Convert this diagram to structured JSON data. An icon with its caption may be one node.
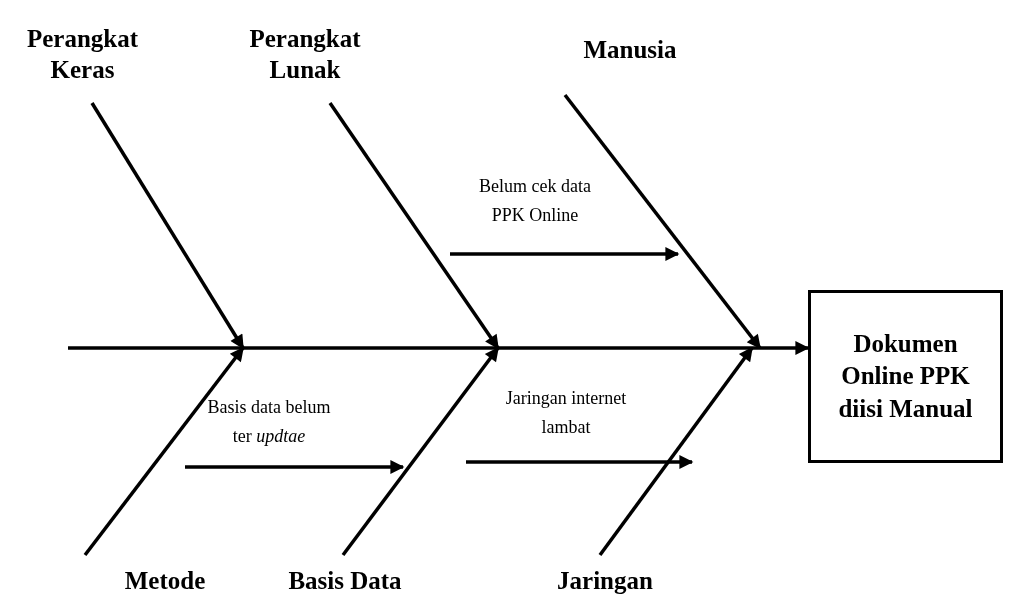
{
  "diagram": {
    "nodes": [
      {
        "text": [
          "Perangkat Keras"
        ]
      },
      {
        "text": [
          "Perangkat Lunak"
        ]
      },
      {
        "text": [
          "Manusia"
        ]
      },
      {
        "text": [
          "Metode"
        ]
      },
      {
        "text": [
          "Basis Data"
        ]
      },
      {
        "text": [
          "Jaringan"
        ]
      },
      {
        "text": [
          "Dokumen Online PPK diisi Manual"
        ]
      },
      {
        "text": [
          "Belum cek data PPK Online"
        ]
      },
      {
        "text": [
          "Basis data belum ter *updtae*"
        ]
      },
      {
        "text": [
          "Jaringan internet lambat"
        ]
      }
    ],
    "edges": [
      {
        "from": null,
        "to": 6,
        "arrow": "to"
      },
      {
        "from": 0,
        "to": null,
        "arrow": "to"
      },
      {
        "from": 1,
        "to": null,
        "arrow": "to"
      },
      {
        "from": 2,
        "to": null,
        "arrow": "to"
      },
      {
        "from": 3,
        "to": null,
        "arrow": "to"
      },
      {
        "from": 4,
        "to": null,
        "arrow": "to"
      },
      {
        "from": 5,
        "to": null,
        "arrow": "to"
      },
      {
        "from": 7,
        "to": null,
        "arrow": "to"
      },
      {
        "from": 8,
        "to": null,
        "arrow": "to"
      },
      {
        "from": 9,
        "to": null,
        "arrow": "to"
      }
    ]
  }
}
